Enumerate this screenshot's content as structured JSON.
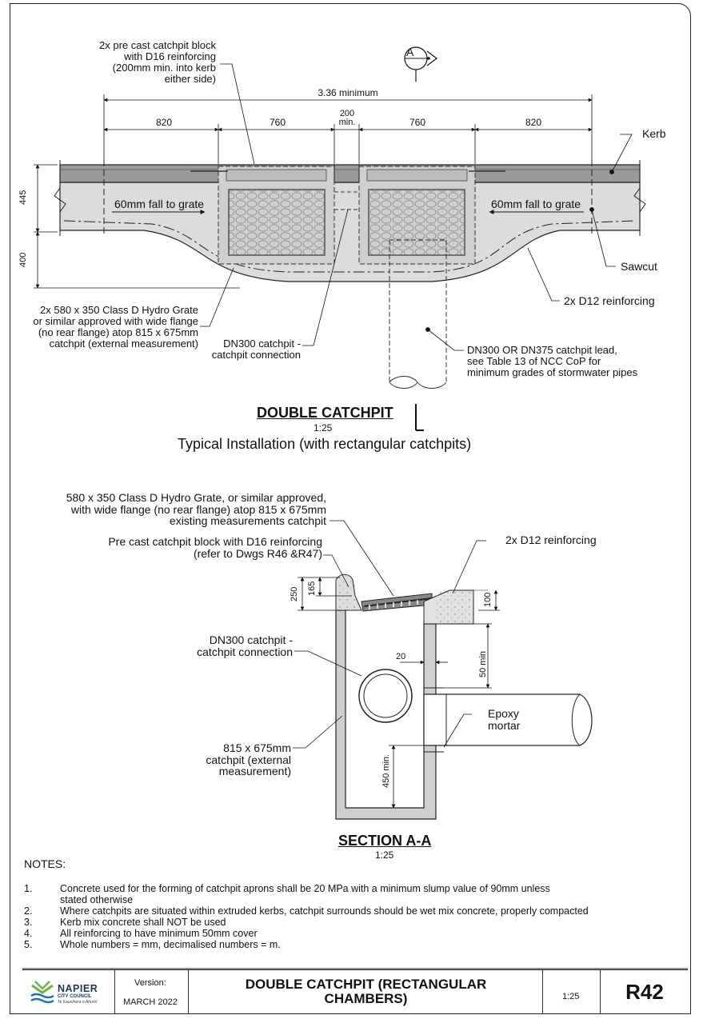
{
  "plan": {
    "callout_block": [
      "2x pre cast catchpit block",
      "with  D16 reinforcing",
      "(200mm min. into kerb",
      "either side)"
    ],
    "overall_dim": "3.36 minimum",
    "dims": [
      "820",
      "760",
      "200",
      "min.",
      "760",
      "820"
    ],
    "kerb": "Kerb",
    "fall_left": "60mm fall to grate",
    "fall_right": "60mm fall to grate",
    "vdim_top": "445",
    "vdim_bottom": "400",
    "sawcut": "Sawcut",
    "reinforcing": "2x D12 reinforcing",
    "grate_note": [
      "2x 580 x 350 Class D Hydro Grate",
      "or similar approved with wide flange",
      "(no rear flange) atop 815 x 675mm",
      "catchpit (external measurement)"
    ],
    "connection": [
      "DN300 catchpit -",
      "catchpit connection"
    ],
    "lead": [
      "DN300 OR DN375 catchpit lead,",
      "see Table 13 of NCC CoP for",
      "minimum grades of stormwater pipes"
    ],
    "section_marker": "A",
    "title": "DOUBLE CATCHPIT",
    "scale": "1:25",
    "subtitle": "Typical Installation (with rectangular catchpits)"
  },
  "section": {
    "grate_note": [
      "580 x 350 Class D Hydro Grate, or similar approved,",
      "with wide flange (no rear flange) atop 815 x 675mm",
      "existing measurements catchpit"
    ],
    "block_note": [
      "Pre cast catchpit block with D16 reinforcing",
      "(refer to Dwgs R46 &R47)"
    ],
    "reinforcing": "2x D12 reinforcing",
    "dim_250": "250",
    "dim_165": "165",
    "dim_100": "100",
    "connection": [
      "DN300 catchpit -",
      "catchpit connection"
    ],
    "dim_20": "20",
    "dim_50": "50 min",
    "epoxy": [
      "Epoxy",
      "mortar"
    ],
    "chamber": [
      "815 x 675mm",
      "catchpit (external",
      "measurement)"
    ],
    "dim_450": "450 min.",
    "title": "SECTION A-A",
    "scale": "1:25"
  },
  "notes": {
    "heading": "NOTES:",
    "items": [
      {
        "num": "1.",
        "text": [
          "Concrete used for the forming of catchpit aprons shall be 20 MPa with a minimum slump value of 90mm unless",
          "stated otherwise"
        ]
      },
      {
        "num": "2.",
        "text": [
          "Where catchpits are situated within extruded kerbs, catchpit surrounds should be wet mix concrete, properly compacted"
        ]
      },
      {
        "num": "3.",
        "text": [
          "Kerb mix concrete shall NOT be used"
        ]
      },
      {
        "num": "4.",
        "text": [
          "All reinforcing to have minimum 50mm  cover"
        ]
      },
      {
        "num": "5.",
        "text": [
          "Whole numbers = mm, decimalised numbers = m."
        ]
      }
    ]
  },
  "titleblock": {
    "logo_name": "NAPIER",
    "logo_sub": "CITY COUNCIL",
    "logo_tag": "Te Kaunihera o Ahuriri",
    "version_label": "Version:",
    "version": "MARCH 2022",
    "title": [
      "DOUBLE CATCHPIT (RECTANGULAR",
      "CHAMBERS)"
    ],
    "scale": "1:25",
    "drawing_no": "R42"
  },
  "colors": {
    "kerb": "#9a9a9a",
    "apron": "#dcdcdc",
    "line": "#1a1a1a",
    "logo_green": "#6cb33f",
    "logo_blue": "#1f6fb5"
  }
}
